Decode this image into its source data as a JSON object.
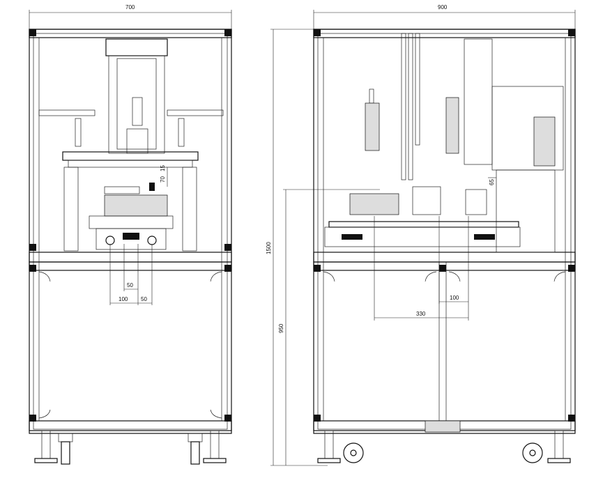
{
  "front_view": {
    "dimensions": {
      "width": "700",
      "d_70": "70",
      "d_15": "15",
      "d_50_upper": "50",
      "d_100": "100",
      "d_50_lower": "50"
    }
  },
  "side_view": {
    "dimensions": {
      "width": "900",
      "total_height": "1500",
      "table_height": "950",
      "d_65": "65",
      "d_330": "330",
      "d_100": "100"
    }
  }
}
